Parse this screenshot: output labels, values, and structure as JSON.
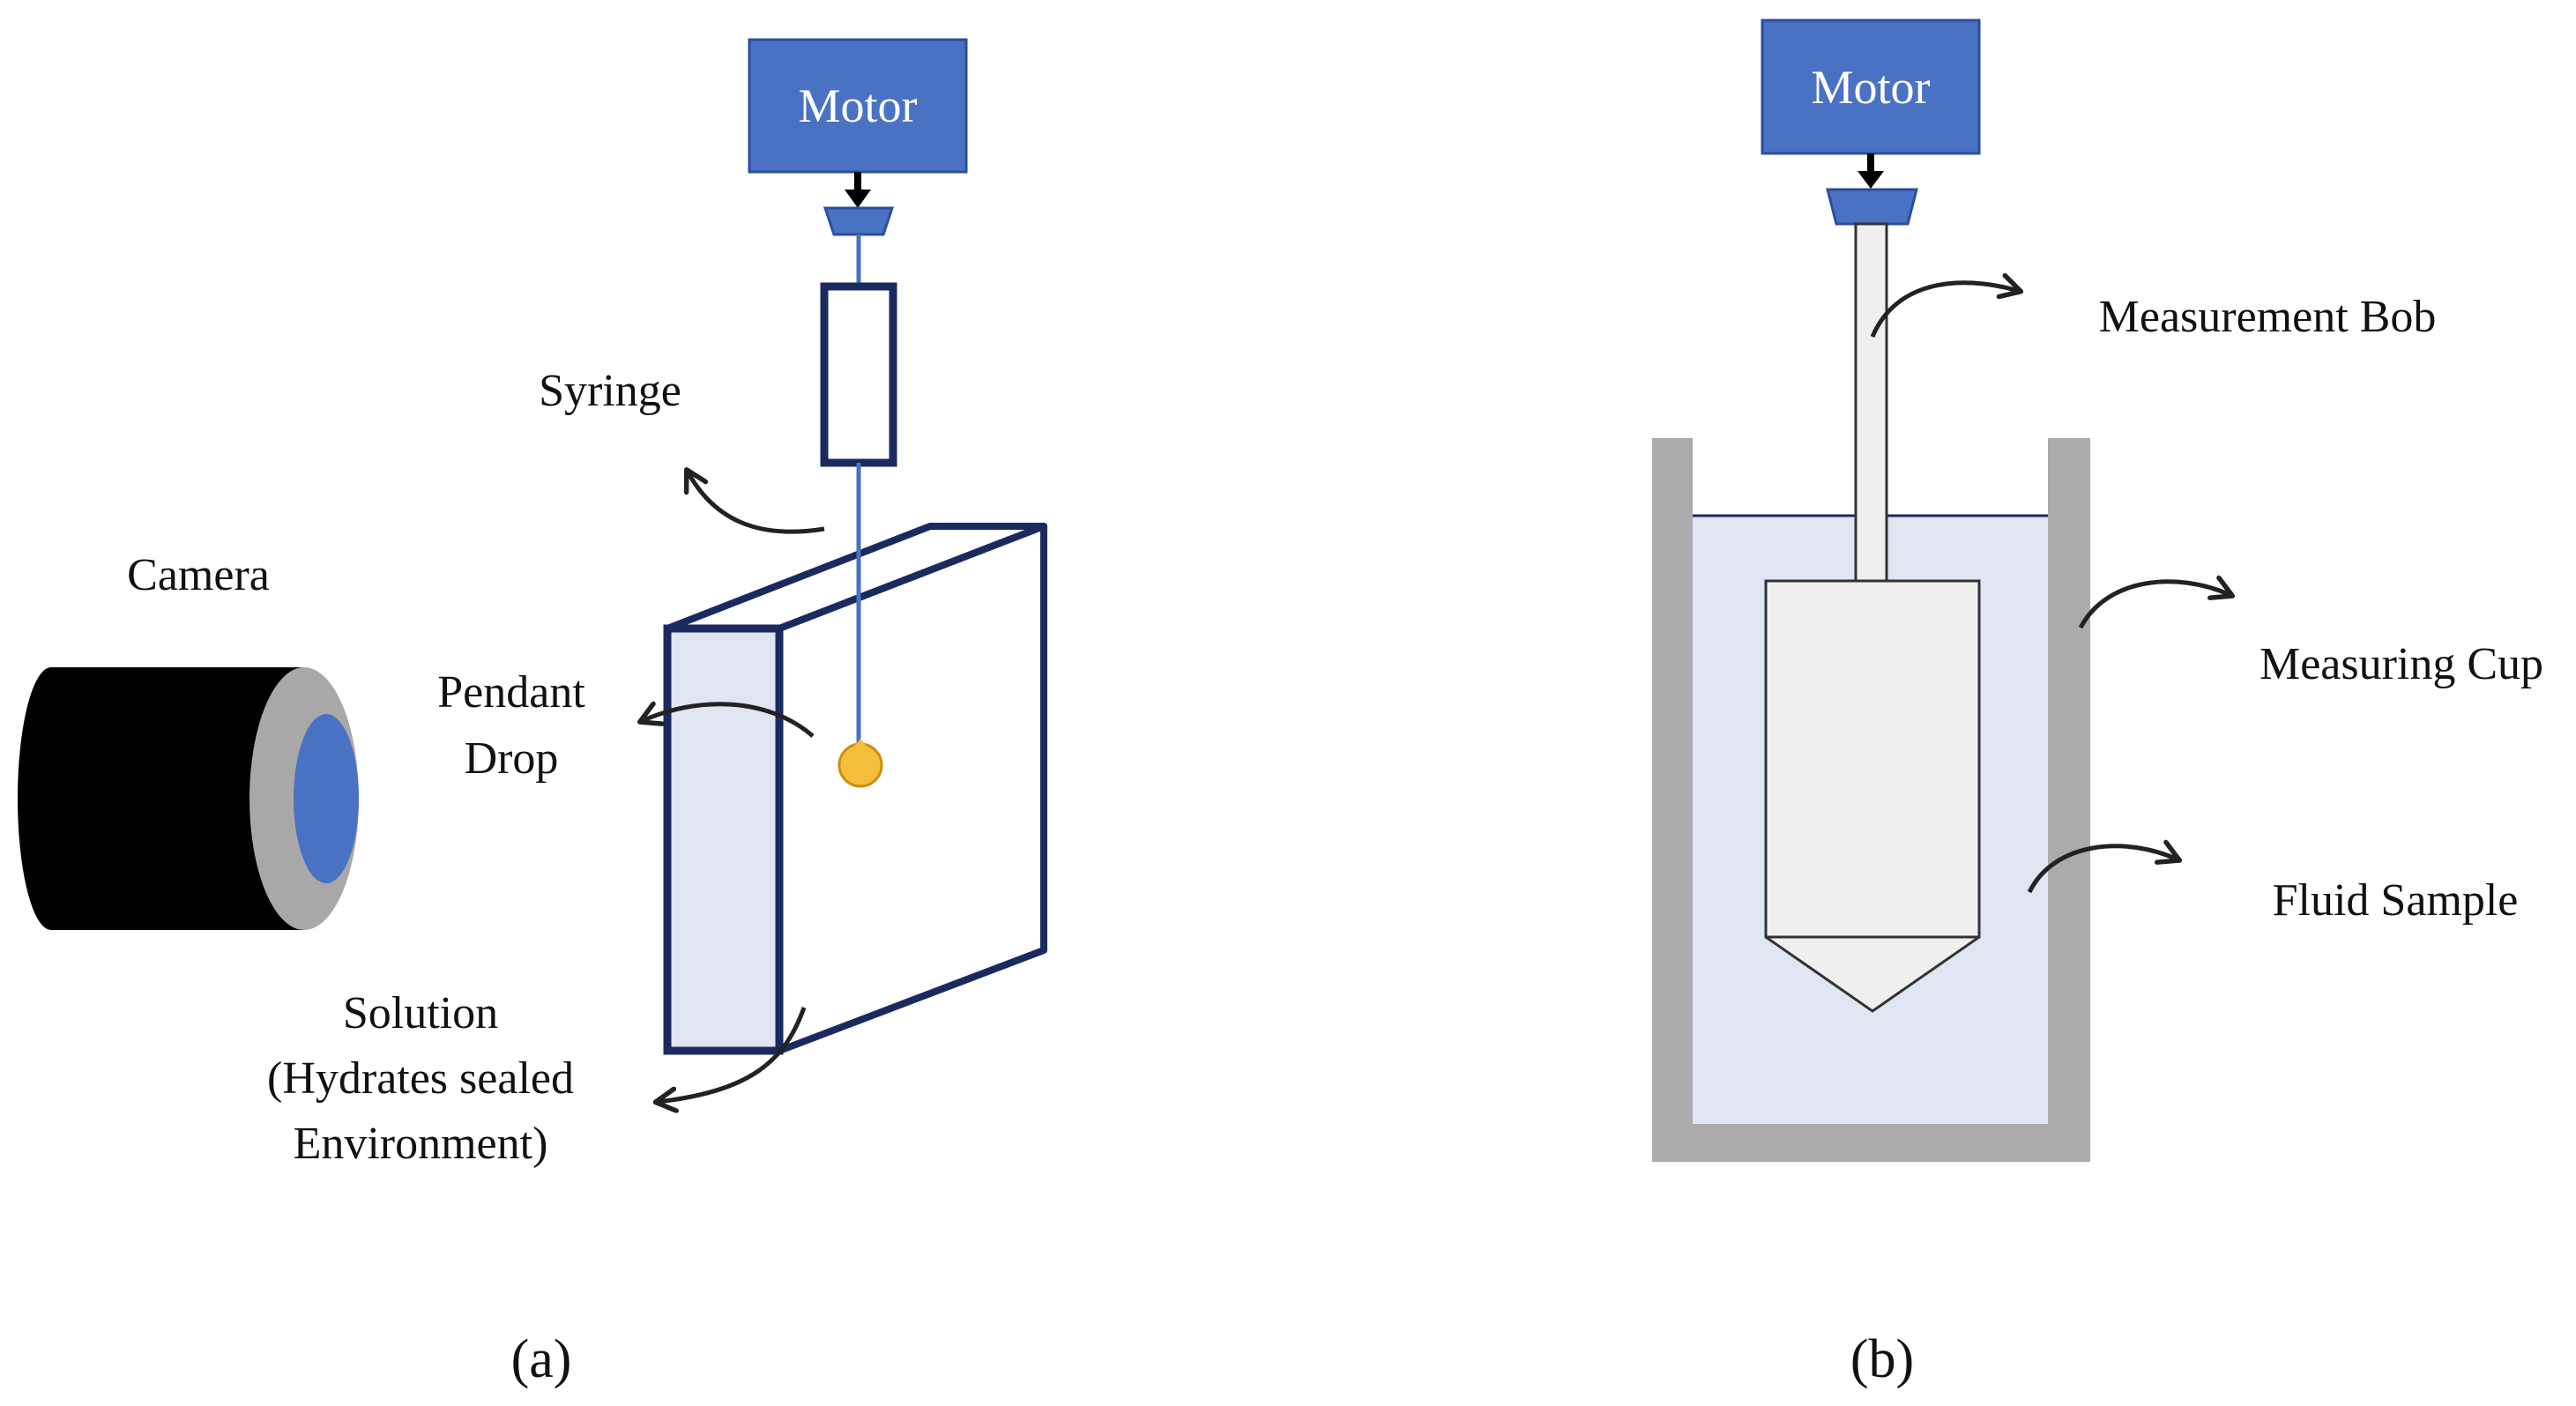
{
  "panel_a": {
    "motor_label": "Motor",
    "syringe_label": "Syringe",
    "camera_label": "Camera",
    "pendant_drop_label": [
      "Pendant",
      "Drop"
    ],
    "solution_label": [
      "Solution",
      "(Hydrates sealed",
      "Environment)"
    ],
    "caption": "(a)"
  },
  "panel_b": {
    "motor_label": "Motor",
    "bob_label": "Measurement Bob",
    "cup_label": "Measuring Cup",
    "fluid_label": "Fluid Sample",
    "caption": "(b)"
  },
  "colors": {
    "motor_fill": "#4a72c4",
    "motor_stroke": "#2b4f9a",
    "outline_navy": "#1b2a5e",
    "fluid_fill": "#dfe5f1",
    "cup_gray": "#ababab",
    "bob_fill": "#efefef",
    "drop_fill": "#f4bd3a",
    "camera_body": "#000000",
    "lens_ring": "#a8a8a8",
    "lens_blue": "#4a72c4"
  }
}
